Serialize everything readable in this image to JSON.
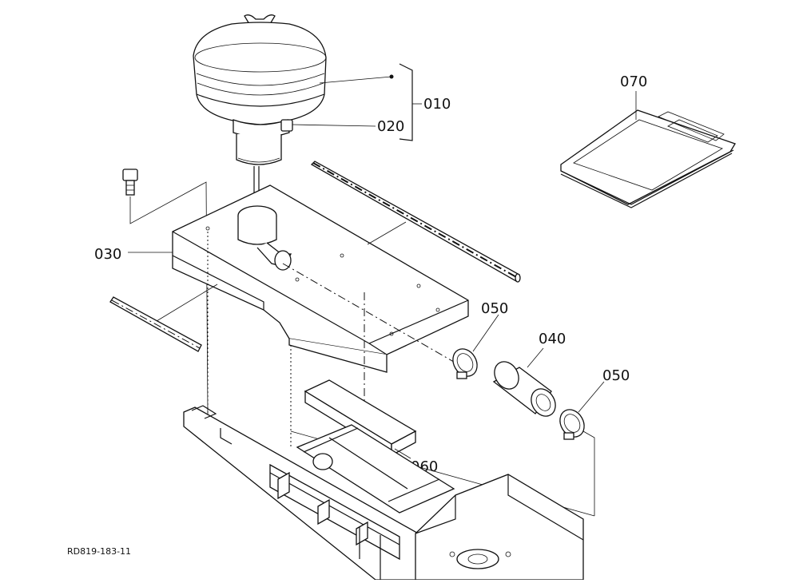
{
  "diagram": {
    "callouts": {
      "c010": "010",
      "c020": "020",
      "c030": "030",
      "c040": "040",
      "c050a": "050",
      "c050b": "050",
      "c060": "060",
      "c070": "070"
    },
    "reference_code": "RD819-183-11"
  }
}
